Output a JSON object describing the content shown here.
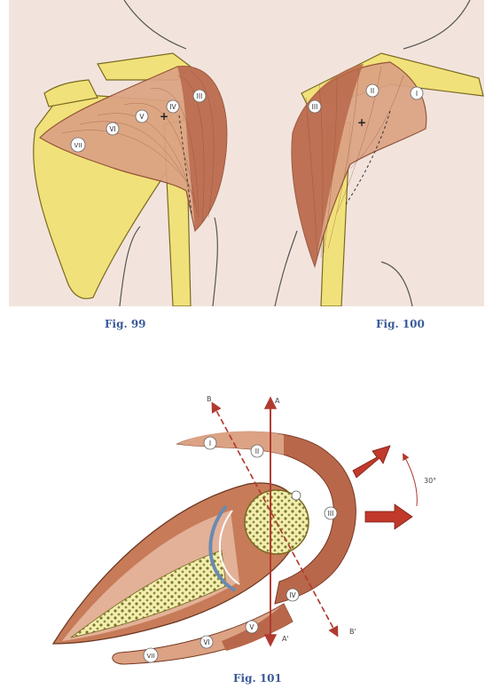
{
  "captions": {
    "fig99": "Fig. 99",
    "fig100": "Fig. 100",
    "fig101": "Fig. 101"
  },
  "fig99_labels": [
    "III",
    "IV",
    "V",
    "VI",
    "VII"
  ],
  "fig100_labels": [
    "I",
    "II",
    "III"
  ],
  "fig101_labels": {
    "muscles": [
      "I",
      "II",
      "III",
      "IV",
      "V",
      "VI",
      "VII"
    ],
    "axis_a": "A",
    "axis_a_prime": "A'",
    "axis_b": "B",
    "axis_b_prime": "B'",
    "angle": "30°"
  },
  "colors": {
    "bone": "#f1e17a",
    "muscle_light": "#dca284",
    "muscle_dark": "#b8674a",
    "arrow_red": "#c0392b",
    "background": "#f2e4dd"
  }
}
